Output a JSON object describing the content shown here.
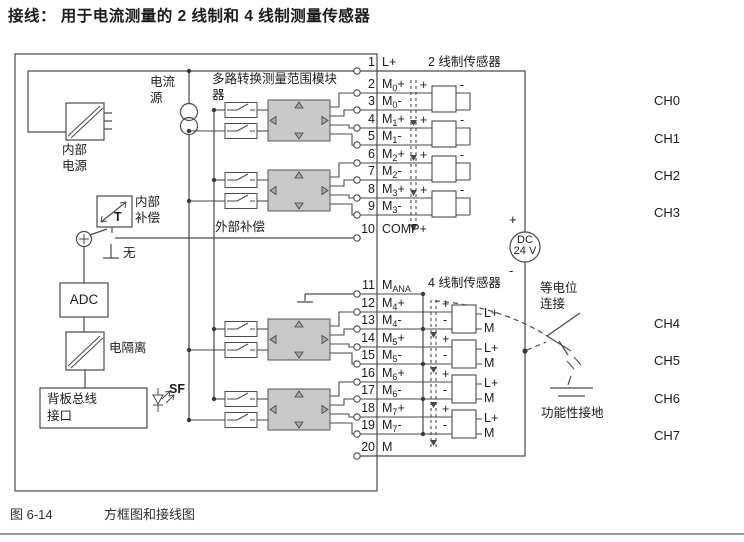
{
  "colors": {
    "wire": "#4a4a4a",
    "module_fill": "#c9c9c9",
    "text": "#1c1c1c",
    "rule": "#9b9b9b"
  },
  "title": "接线：  用于电流测量的 2 线制和 4 线制测量传感器",
  "caption": {
    "fig": "图 6-14",
    "text": "方框图和接线图"
  },
  "labels": {
    "internal_power": [
      "内部",
      "电源"
    ],
    "current_source": [
      "电流",
      "源"
    ],
    "mux": [
      "多路转换测量范围模块",
      "器"
    ],
    "internal_comp": [
      "内部",
      "补偿"
    ],
    "t": "T",
    "external_comp": "外部补偿",
    "none": "无",
    "adc": "ADC",
    "isolation": "电隔离",
    "backplane": [
      "背板总线",
      "接口"
    ],
    "sf": "SF",
    "two_wire": "2 线制传感器",
    "four_wire": "4 线制传感器",
    "equipotential": [
      "等电位",
      "连接"
    ],
    "functional_earth": "功能性接地",
    "dc": [
      "DC",
      "24 V"
    ],
    "dc_plus": "+",
    "dc_minus": "-",
    "plus": "+",
    "minus": "-",
    "lplus": "L+",
    "m": "M"
  },
  "channels": [
    "CH0",
    "CH1",
    "CH2",
    "CH3",
    "CH4",
    "CH5",
    "CH6",
    "CH7"
  ],
  "terminals": [
    {
      "num": "1",
      "base": "L+",
      "sub": "",
      "suf": ""
    },
    {
      "num": "2",
      "base": "M",
      "sub": "0",
      "suf": "+"
    },
    {
      "num": "3",
      "base": "M",
      "sub": "0",
      "suf": "-"
    },
    {
      "num": "4",
      "base": "M",
      "sub": "1",
      "suf": "+"
    },
    {
      "num": "5",
      "base": "M",
      "sub": "1",
      "suf": "-"
    },
    {
      "num": "6",
      "base": "M",
      "sub": "2",
      "suf": "+"
    },
    {
      "num": "7",
      "base": "M",
      "sub": "2",
      "suf": "-"
    },
    {
      "num": "8",
      "base": "M",
      "sub": "3",
      "suf": "+"
    },
    {
      "num": "9",
      "base": "M",
      "sub": "3",
      "suf": "-"
    },
    {
      "num": "10",
      "base": "COMP+",
      "sub": "",
      "suf": ""
    },
    {
      "num": "11",
      "base": "M",
      "sub": "ANA",
      "suf": ""
    },
    {
      "num": "12",
      "base": "M",
      "sub": "4",
      "suf": "+"
    },
    {
      "num": "13",
      "base": "M",
      "sub": "4",
      "suf": "-"
    },
    {
      "num": "14",
      "base": "M",
      "sub": "5",
      "suf": "+"
    },
    {
      "num": "15",
      "base": "M",
      "sub": "5",
      "suf": "-"
    },
    {
      "num": "16",
      "base": "M",
      "sub": "6",
      "suf": "+"
    },
    {
      "num": "17",
      "base": "M",
      "sub": "6",
      "suf": "-"
    },
    {
      "num": "18",
      "base": "M",
      "sub": "7",
      "suf": "+"
    },
    {
      "num": "19",
      "base": "M",
      "sub": "7",
      "suf": "-"
    },
    {
      "num": "20",
      "base": "M",
      "sub": "",
      "suf": ""
    }
  ]
}
